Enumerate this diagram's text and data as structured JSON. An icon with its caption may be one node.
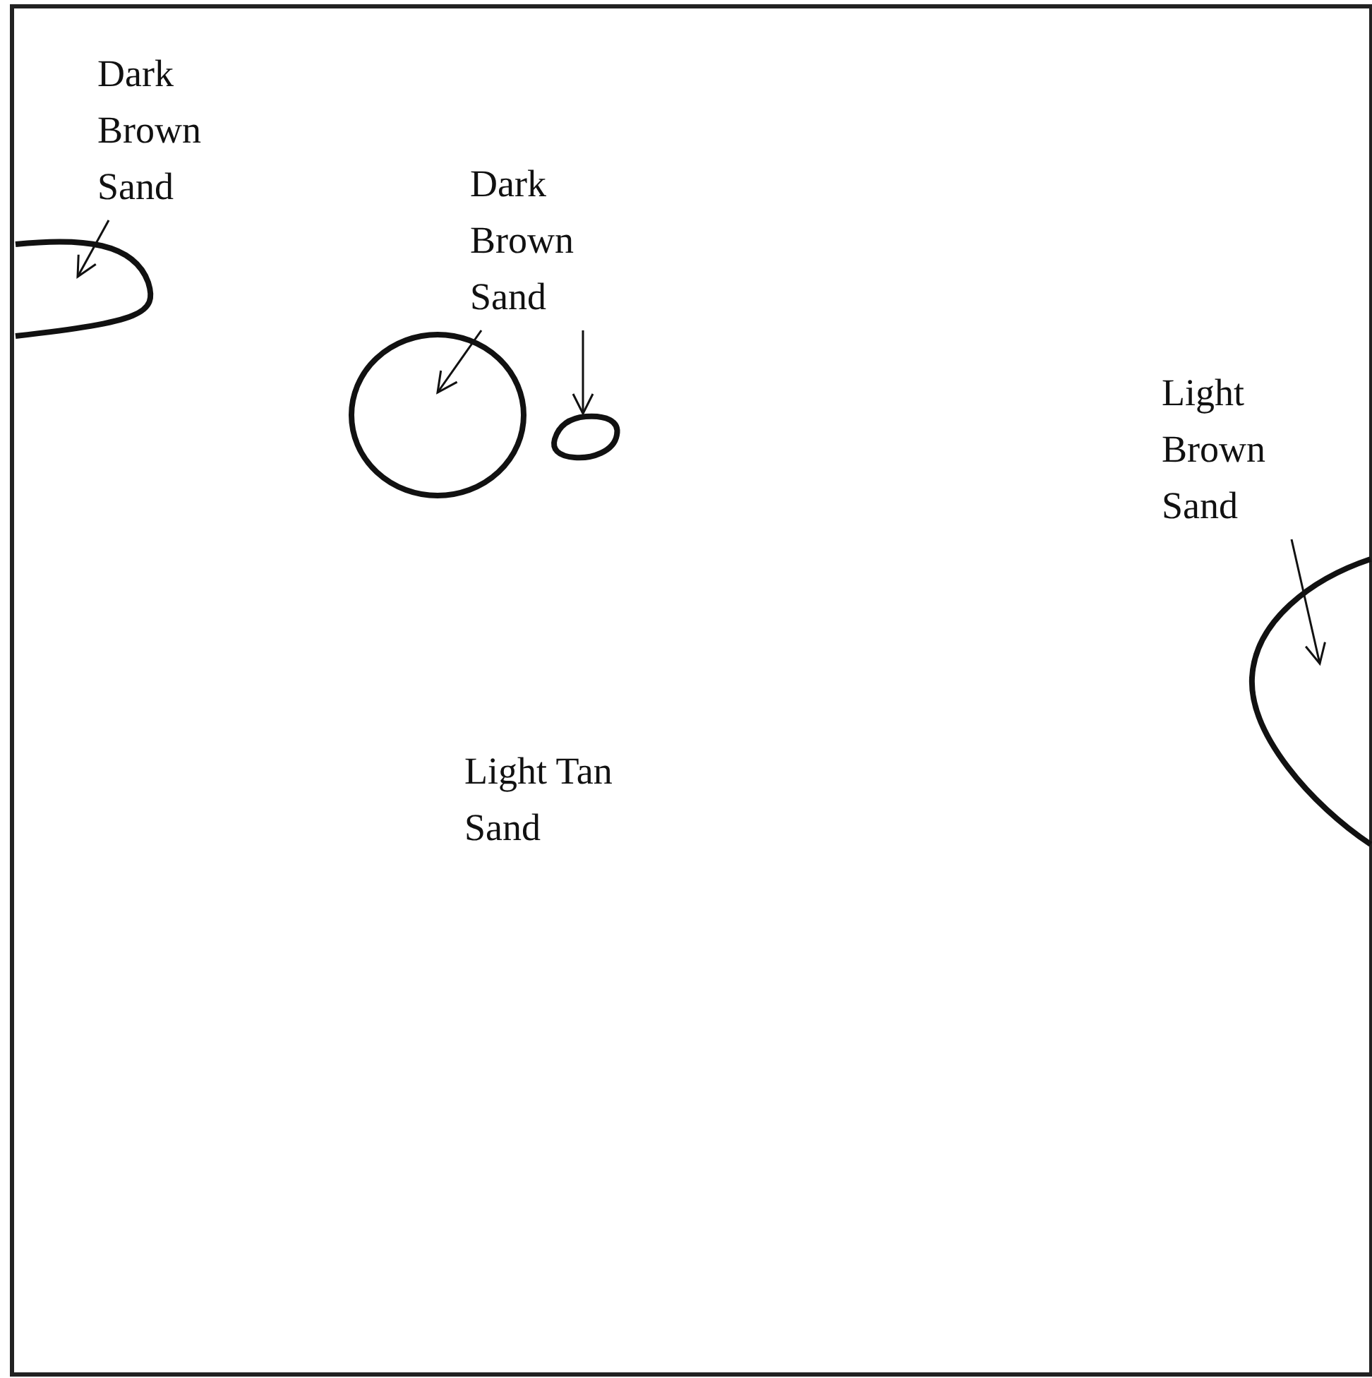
{
  "diagram": {
    "nodes": [
      {
        "text": [
          "Dark Brown Sand"
        ]
      },
      {
        "text": [],
        "shape": "oval"
      },
      {
        "text": [
          "Dark Brown Sand"
        ]
      },
      {
        "text": [],
        "shape": "circle"
      },
      {
        "text": [],
        "shape": "oval"
      },
      {
        "text": [
          "Light Brown Sand"
        ]
      },
      {
        "text": [],
        "shape": "oval"
      }
    ],
    "edges": [
      {
        "from": 0,
        "to": 1,
        "arrow": "to"
      },
      {
        "from": 2,
        "to": 3,
        "arrow": "to"
      },
      {
        "from": 2,
        "to": 4,
        "arrow": "to"
      },
      {
        "from": 5,
        "to": 6,
        "arrow": "to"
      }
    ],
    "labels": [
      "Light Tan Sand"
    ]
  }
}
